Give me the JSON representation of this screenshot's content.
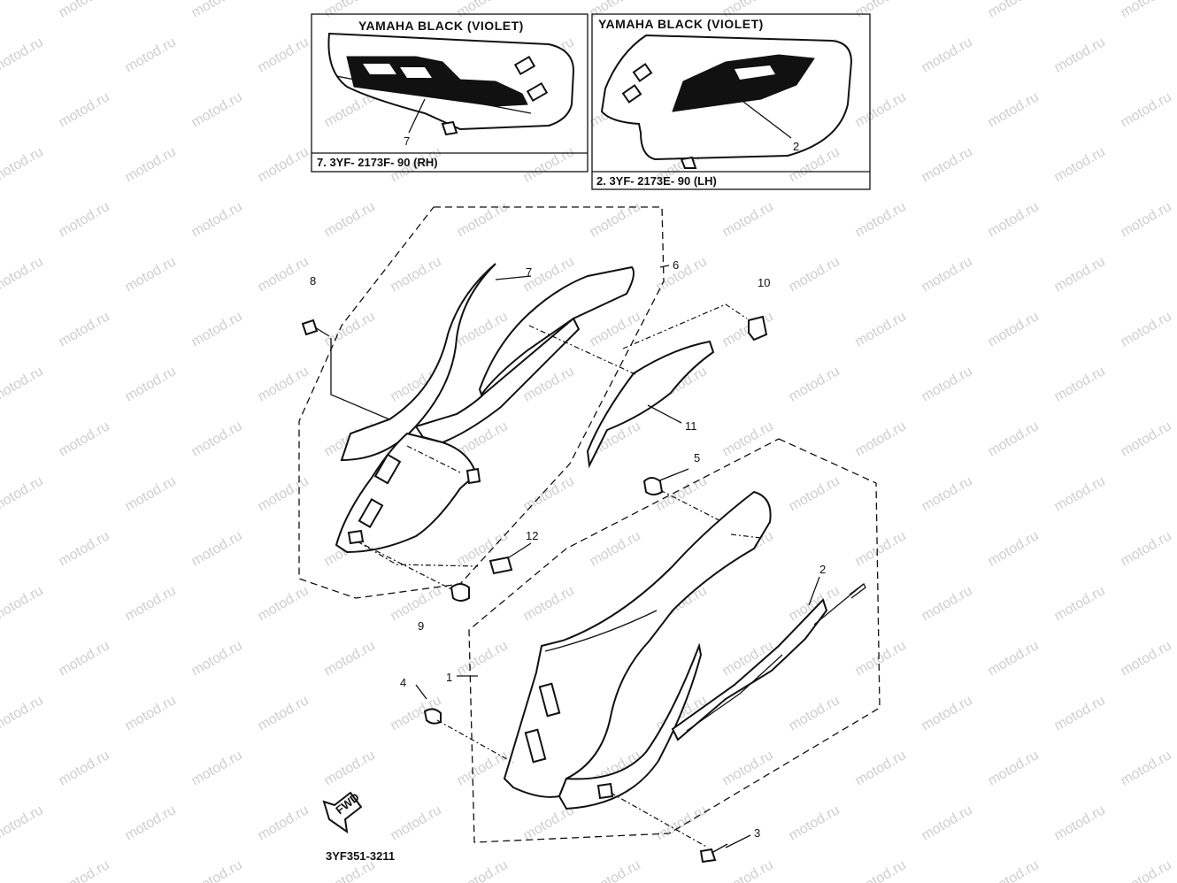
{
  "inset_rh": {
    "title": "YAMAHA BLACK (VIOLET)",
    "code": "7. 3YF- 2173F- 90 (RH)",
    "callout": "7"
  },
  "inset_lh": {
    "title": "YAMAHA BLACK (VIOLET)",
    "code": "2. 3YF- 2173E- 90 (LH)",
    "callout": "2"
  },
  "callouts": {
    "p1": "1",
    "p2": "2",
    "p3": "3",
    "p4": "4",
    "p5": "5",
    "p6": "6",
    "p7": "7",
    "p8": "8",
    "p9": "9",
    "p10": "10",
    "p11": "11",
    "p12": "12"
  },
  "fwd_label": "FWD",
  "diagram_code": "3YF351-3211",
  "watermark": "motod.ru",
  "colors": {
    "ink": "#111111",
    "watermark": "#cfcfcf",
    "paper": "#ffffff"
  }
}
